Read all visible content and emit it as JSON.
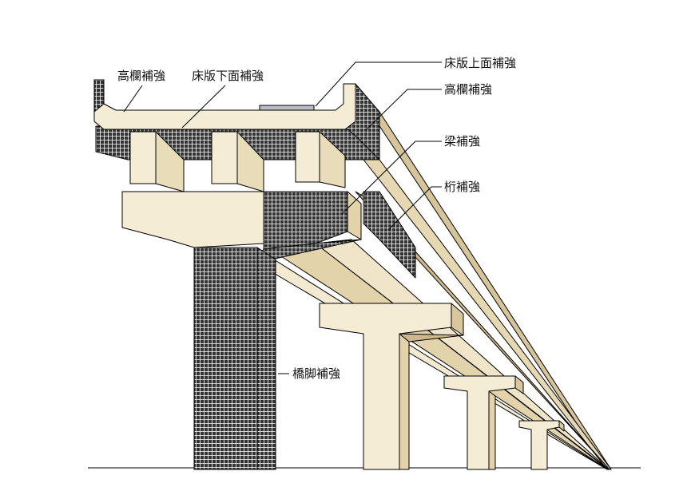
{
  "labels": {
    "railing_left": "高欄補強",
    "slab_underside": "床版下面補強",
    "slab_top": "床版上面補強",
    "railing_right": "高欄補強",
    "beam": "梁補強",
    "girder": "桁補強",
    "pier": "橋脚補強"
  },
  "colors": {
    "concrete_light": "#f5ecd6",
    "concrete_mid": "#e9dcb8",
    "concrete_dark": "#cdb88c",
    "mesh_fill": "#3a3a3a",
    "mesh_line": "#ffffff",
    "top_plate": "#b9bdc6"
  }
}
